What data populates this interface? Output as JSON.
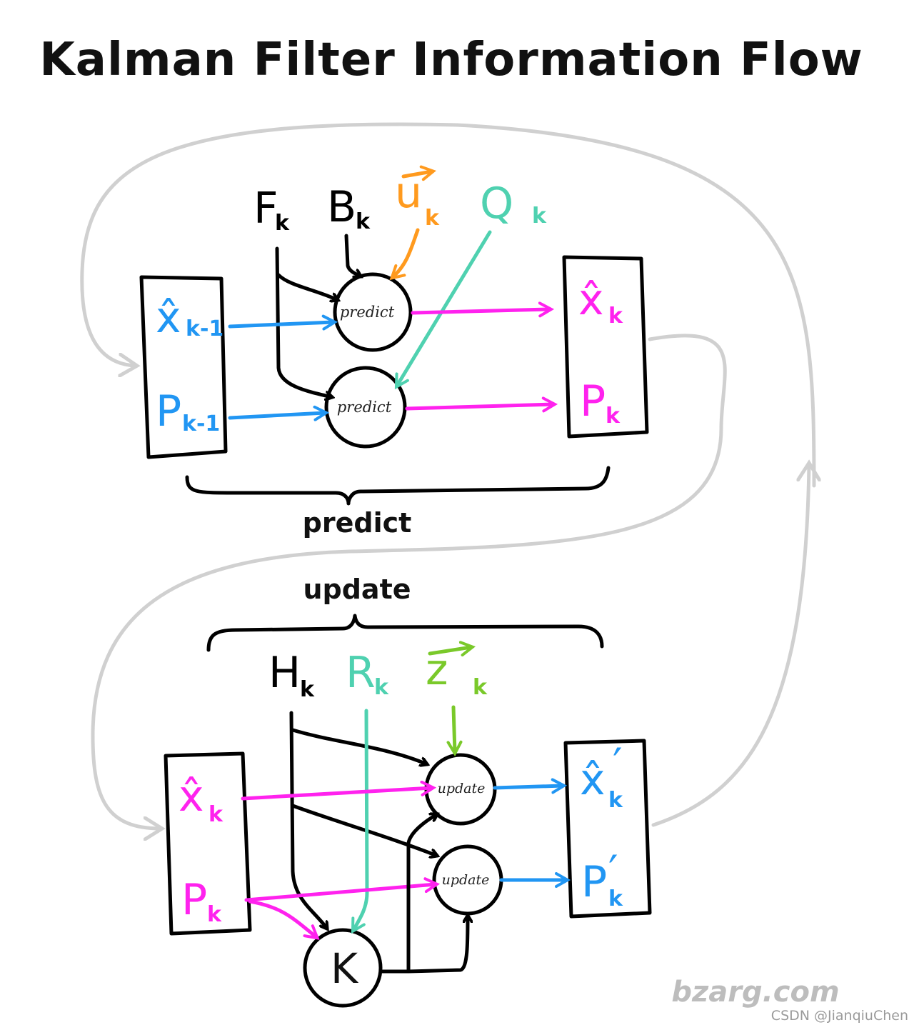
{
  "title": "Kalman Filter Information Flow",
  "colors": {
    "black": "#000000",
    "blue": "#2196f3",
    "magenta": "#ff22ee",
    "orange": "#ff9a1e",
    "teal": "#4fd1b0",
    "green": "#7ac92a",
    "loop_gray": "#d0d0d0"
  },
  "predict": {
    "inputs": {
      "x_prev": "x̂",
      "x_prev_sub": "k-1",
      "p_prev": "P",
      "p_prev_sub": "k-1"
    },
    "controls": {
      "F": "F",
      "F_sub": "k",
      "B": "B",
      "B_sub": "k",
      "u": "u",
      "u_sub": "k",
      "Q": "Q",
      "Q_sub": "k"
    },
    "nodes": [
      "predict",
      "predict"
    ],
    "outputs": {
      "x": "x̂",
      "x_sub": "k",
      "p": "P",
      "p_sub": "k"
    },
    "brace_label": "predict"
  },
  "update": {
    "brace_label": "update",
    "inputs": {
      "x": "x̂",
      "x_sub": "k",
      "p": "P",
      "p_sub": "k"
    },
    "controls": {
      "H": "H",
      "H_sub": "k",
      "R": "R",
      "R_sub": "k",
      "z": "z",
      "z_sub": "k"
    },
    "nodes": [
      "update",
      "update"
    ],
    "gain": "K",
    "outputs": {
      "x": "x̂",
      "x_sub": "k",
      "x_prime": "′",
      "p": "P",
      "p_sub": "k",
      "p_prime": "′"
    }
  },
  "watermark": "bzarg.com",
  "credit": "CSDN @JianqiuChen"
}
